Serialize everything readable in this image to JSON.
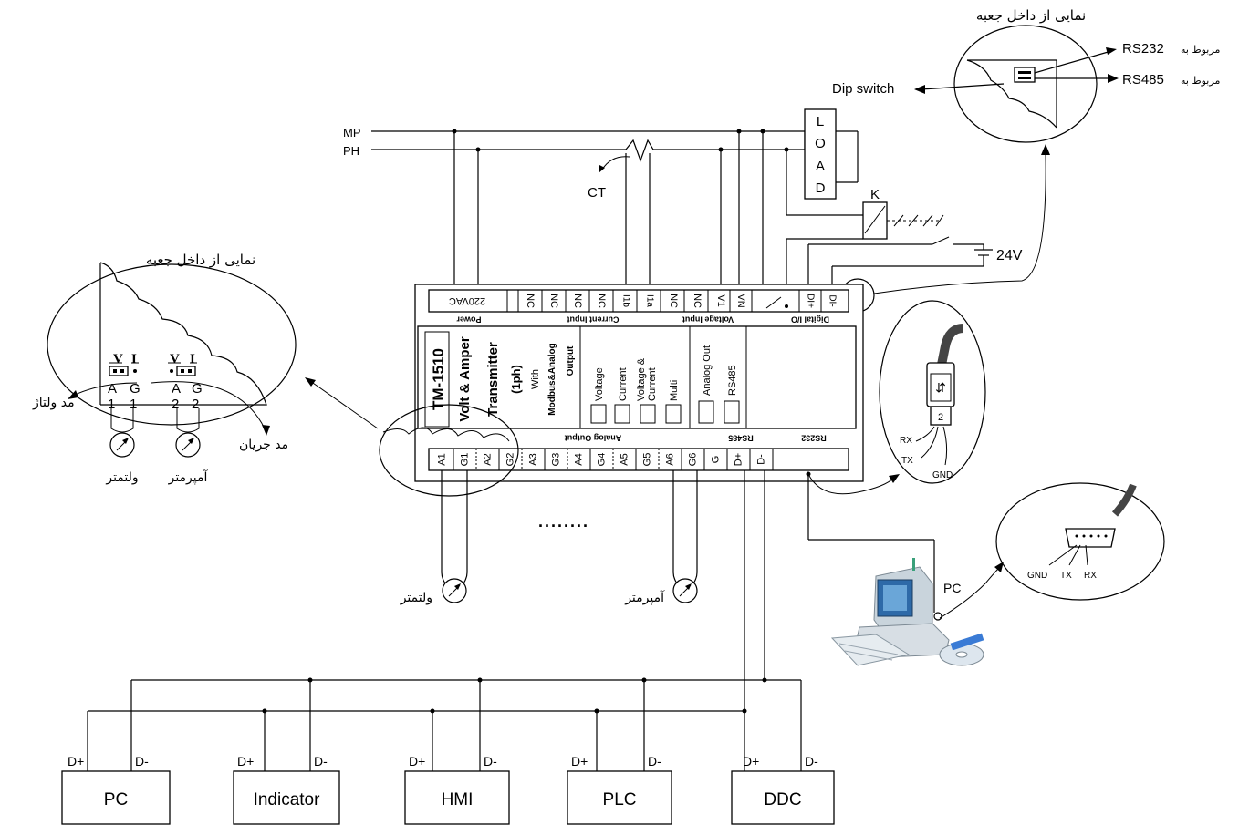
{
  "mains": {
    "mp": "MP",
    "ph": "PH",
    "ct": "CT"
  },
  "load": [
    "L",
    "O",
    "A",
    "D"
  ],
  "relay": {
    "k": "K",
    "supply": "24V"
  },
  "top_inset": {
    "title": "نمایی از داخل جعبه",
    "rs232": "RS232",
    "rs232_prefix": "مربوط به",
    "rs485": "RS485",
    "rs485_prefix": "مربوط به",
    "dip": "Dip switch"
  },
  "left_inset": {
    "title": "نمایی از داخل جعبه",
    "v1": "V",
    "i1": "I",
    "v2": "V",
    "i2": "I",
    "a1": "A",
    "g1": "G",
    "a2": "A",
    "g2": "G",
    "n1a": "1",
    "n1b": "1",
    "n2a": "2",
    "n2b": "2",
    "mode_voltage": "مد ولتاژ",
    "mode_current": "مد جریان",
    "voltmeter": "ولتمتر",
    "ammeter": "آمپرمتر"
  },
  "device": {
    "top_terminals": [
      "220VAC",
      "NC",
      "NC",
      "NC",
      "NC",
      "I1b",
      "I1a",
      "NC",
      "NC",
      "V1",
      "VN",
      "",
      "DI+",
      "DI-"
    ],
    "top_groups": [
      "Power",
      "Current Input",
      "Voltage Input",
      "Digital I/O"
    ],
    "model": "TM-1510",
    "title_line1": "Volt & Amper",
    "title_line2": "Transmitter",
    "title_line3": "(1ph)",
    "title_with": "With",
    "title_modbus": "Modbus&Analog",
    "title_output": "Output",
    "options": [
      "Voltage",
      "Current",
      "Voltage &",
      "Current",
      "Multi"
    ],
    "options2": [
      "Analog Out",
      "RS485"
    ],
    "bottom_groups": [
      "Analog Output",
      "RS485",
      "RS232"
    ],
    "bottom_terminals": [
      "A1",
      "G1",
      "A2",
      "G2",
      "A3",
      "G3",
      "A4",
      "G4",
      "A5",
      "G5",
      "A6",
      "G6",
      "G",
      "D+",
      "D-"
    ]
  },
  "ellipsis": "........",
  "meters": {
    "voltmeter": "ولتمتر",
    "ammeter": "آمپرمتر"
  },
  "usb_inset": {
    "rx": "RX",
    "tx": "TX",
    "gnd": "GND"
  },
  "db9_inset": {
    "gnd": "GND",
    "tx": "TX",
    "rx": "RX"
  },
  "pc_label": "PC",
  "bus": {
    "dplus": "D+",
    "dminus": "D-"
  },
  "devices": [
    "PC",
    "Indicator",
    "HMI",
    "PLC",
    "DDC"
  ]
}
